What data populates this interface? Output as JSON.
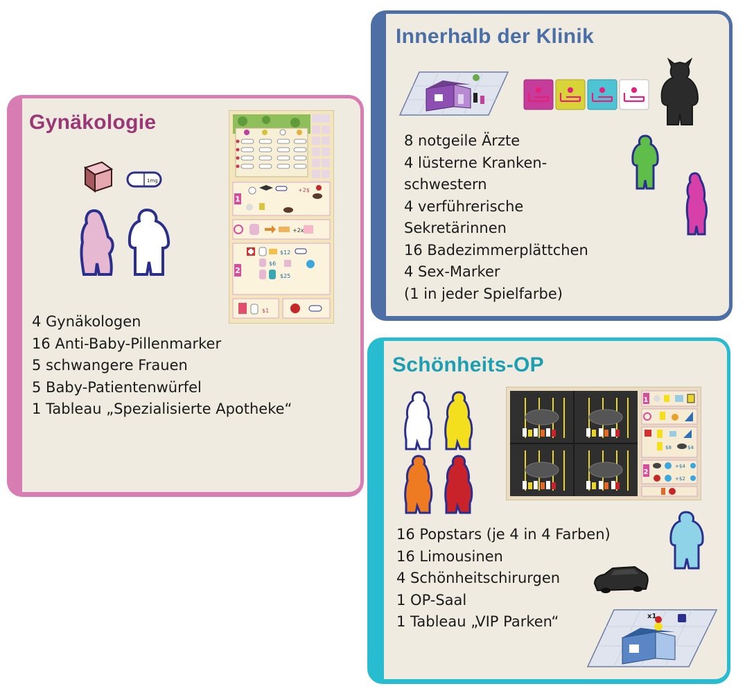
{
  "panels": {
    "gyn": {
      "title": "Gynäkologie",
      "accent": "#d77db3",
      "title_color": "#9b3677",
      "items": [
        "4 Gynäkologen",
        "16 Anti-Baby-Pillenmarker",
        "5 schwangere Frauen",
        "5 Baby-Patientenwürfel",
        "1 Tableau „Spezialisierte Apotheke“"
      ],
      "board": {
        "row1": "1",
        "row2": "2",
        "value_a": "$12",
        "value_b": "$6",
        "value_c": "$25",
        "value_d": "$1",
        "value_e": "+2x",
        "value_f": "+2$"
      },
      "pill_label": "1mg"
    },
    "klinik": {
      "title": "Innerhalb der Klinik",
      "accent": "#4e6ea6",
      "title_color": "#4a6fa6",
      "items": [
        "8 notgeile Ärzte",
        "4 lüsterne Kranken-",
        "schwestern",
        "4 verführerische",
        "Sekretärinnen",
        "16 Badezimmerplättchen",
        "4 Sex-Marker",
        "(1 in jeder Spielfarbe)"
      ],
      "marker_colors": [
        "#c63c9a",
        "#d8d438",
        "#4ec3d4",
        "#ffffff"
      ]
    },
    "op": {
      "title": "Schönheits-OP",
      "accent": "#27bcd0",
      "title_color": "#1d9fb3",
      "items": [
        "16 Popstars (je 4 in 4 Farben)",
        "16 Limousinen",
        "4 Schönheitschirurgen",
        "1 OP-Saal",
        "1 Tableau „VIP Parken“"
      ],
      "popstar_colors": [
        "#ffffff",
        "#f4df1e",
        "#ee7a22",
        "#c8222a"
      ],
      "board": {
        "row1": "1",
        "row2": "2",
        "value_a": "$8",
        "value_b": "$4",
        "value_c": "+$4",
        "value_d": "+$2"
      },
      "room_label": "x1"
    }
  }
}
